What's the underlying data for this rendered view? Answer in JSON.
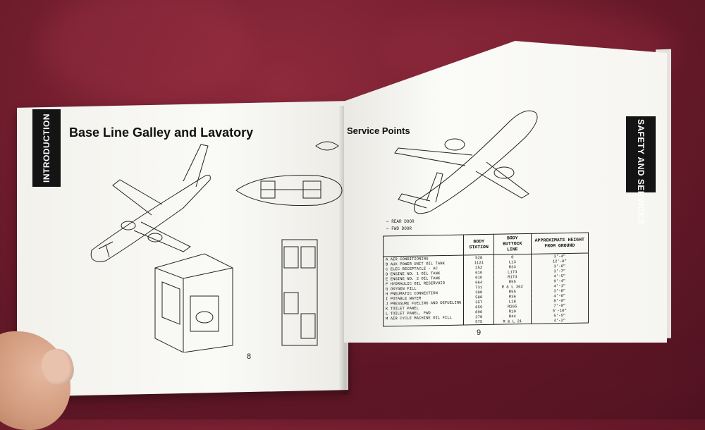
{
  "left_page": {
    "tab": "INTRODUCTION",
    "title": "Base Line Galley and Lavatory",
    "page_number": "8"
  },
  "right_page": {
    "tab": "SAFETY AND SERVICES",
    "title": "Service Points",
    "page_number": "9",
    "diagram_legend": [
      "— REAR DOOR",
      "— FWD DOOR"
    ],
    "table": {
      "headers": [
        "",
        "BODY STATION",
        "BODY BUTTOCK LINE",
        "APPROXIMATE HEIGHT FROM GROUND"
      ],
      "rows": [
        [
          "A  AIR CONDITIONING",
          "528",
          "0",
          "3'-4\""
        ],
        [
          "B  AUX POWER UNIT OIL TANK",
          "1121",
          "L13",
          "12'-0\""
        ],
        [
          "C  ELEC RECEPTACLE - AC",
          "252",
          "R33",
          "3'-6\""
        ],
        [
          "D  ENGINE NO. 1 OIL TANK",
          "616",
          "L173",
          "3'-7\""
        ],
        [
          "E  ENGINE NO. 2 OIL TANK",
          "616",
          "R173",
          "4'-5\""
        ],
        [
          "F  HYDRAULIC OIL RESERVOIR",
          "664",
          "R55",
          "9'-4\""
        ],
        [
          "G  OXYGEN FILL",
          "731",
          "R & L 362",
          "4'-1\""
        ],
        [
          "H  PNEUMATIC CONNECTION",
          "390",
          "R55",
          "3'-8\""
        ],
        [
          "I  POTABLE WATER",
          "580",
          "R36",
          "4'-6\""
        ],
        [
          "J  PRESSURE FUELING AND DEFUELING",
          "357",
          "L18",
          "8'-0\""
        ],
        [
          "K  TOILET PANEL",
          "659",
          "R265",
          "7'-0\""
        ],
        [
          "L  TOILET PANEL, FWD",
          "896",
          "R10",
          "5'-10\""
        ],
        [
          "M  AIR CYCLE MACHINE OIL FILL",
          "270",
          "R44",
          "5'-5\""
        ],
        [
          "",
          "575",
          "R & L 21",
          "4'-2\""
        ]
      ]
    }
  }
}
